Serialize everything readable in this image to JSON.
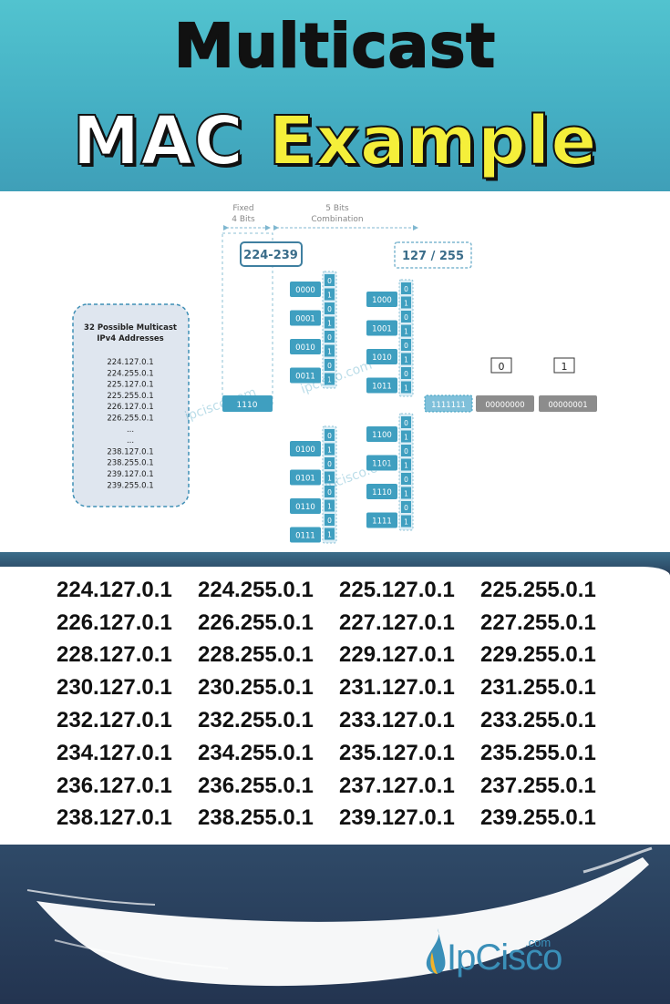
{
  "header": {
    "title_line1": "Multicast",
    "title_mac": "MAC",
    "title_example": "Example"
  },
  "diagram": {
    "fixed_label_1": "Fixed",
    "fixed_label_2": "4 Bits",
    "combination_label_1": "5 Bits",
    "combination_label_2": "Combination",
    "range_first_octet": "224-239",
    "range_second_octet": "127 / 255",
    "fixed_bits": "1110",
    "addresses_title_1": "32 Possible Multicast",
    "addresses_title_2": "IPv4 Addresses",
    "address_list": [
      "224.127.0.1",
      "224.255.0.1",
      "225.127.0.1",
      "225.255.0.1",
      "226.127.0.1",
      "226.255.0.1",
      "...",
      "...",
      "238.127.0.1",
      "238.255.0.1",
      "239.127.0.1",
      "239.255.0.1"
    ],
    "combo_upper_left": [
      "0000",
      "0001",
      "0010",
      "0011"
    ],
    "combo_lower_left": [
      "0100",
      "0101",
      "0110",
      "0111"
    ],
    "combo_upper_right": [
      "1000",
      "1001",
      "1010",
      "1011"
    ],
    "combo_lower_right": [
      "1100",
      "1101",
      "1110",
      "1111"
    ],
    "bit_column": [
      "0",
      "1",
      "0",
      "1",
      "0",
      "1",
      "0",
      "1"
    ],
    "tail_bits": "1111111",
    "mac_a": "00000000",
    "mac_b": "00000001",
    "marker_a": "0",
    "marker_b": "1",
    "watermark": "ipcisco.com"
  },
  "addresses": [
    [
      "224.127.0.1",
      "224.255.0.1",
      "225.127.0.1",
      "225.255.0.1"
    ],
    [
      "226.127.0.1",
      "226.255.0.1",
      "227.127.0.1",
      "227.255.0.1"
    ],
    [
      "228.127.0.1",
      "228.255.0.1",
      "229.127.0.1",
      "229.255.0.1"
    ],
    [
      "230.127.0.1",
      "230.255.0.1",
      "231.127.0.1",
      "231.255.0.1"
    ],
    [
      "232.127.0.1",
      "232.255.0.1",
      "233.127.0.1",
      "233.255.0.1"
    ],
    [
      "234.127.0.1",
      "234.255.0.1",
      "235.127.0.1",
      "235.255.0.1"
    ],
    [
      "236.127.0.1",
      "236.255.0.1",
      "237.127.0.1",
      "237.255.0.1"
    ],
    [
      "238.127.0.1",
      "238.255.0.1",
      "239.127.0.1",
      "239.255.0.1"
    ]
  ],
  "footer": {
    "logo_text": "IpCisco",
    "logo_domain": ".com"
  },
  "colors": {
    "header_teal": "#4cbccb",
    "title_yellow": "#f5ef3a",
    "box_blue": "#3f9fc0",
    "box_gray": "#8c8c8c",
    "footer_navy": "#2a3e5a"
  }
}
